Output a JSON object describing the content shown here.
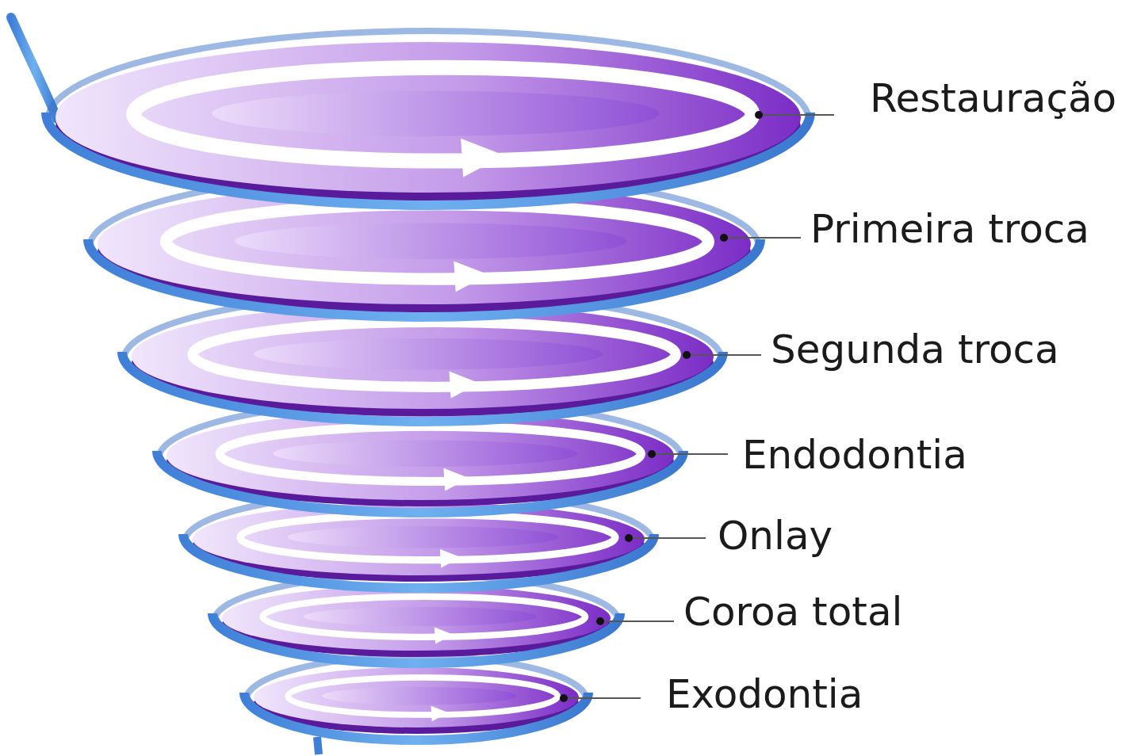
{
  "diagram": {
    "labels": [
      "Restauração",
      "Primeira troca",
      "Segunda troca",
      "Endodontia",
      "Onlay",
      "Coroa total",
      "Exodontia"
    ]
  }
}
